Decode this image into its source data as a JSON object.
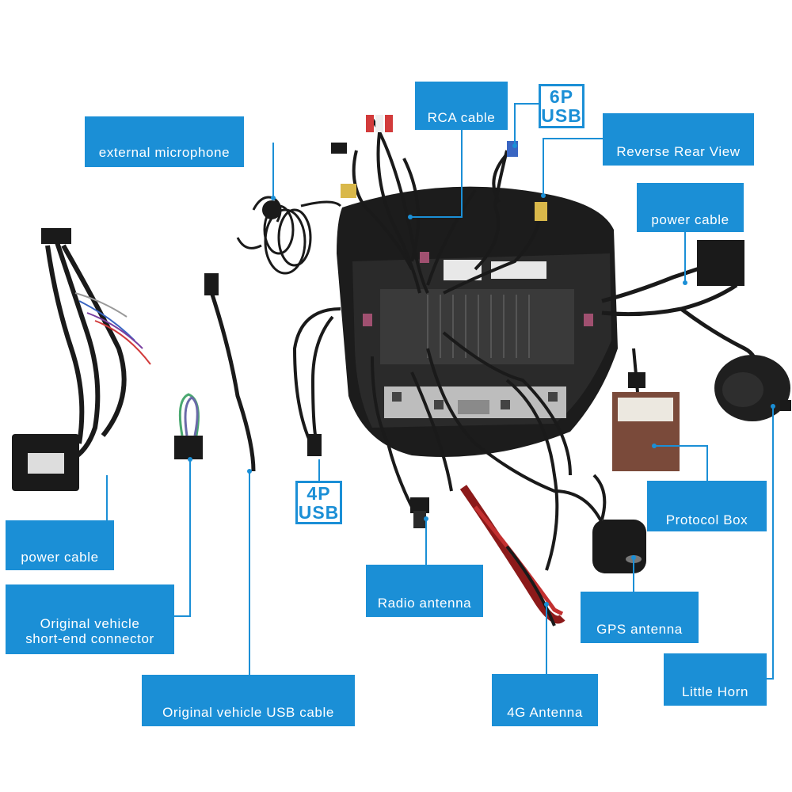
{
  "labels": {
    "rca_cable": "RCA cable",
    "usb_6p_line1": "6P",
    "usb_6p_line2": "USB",
    "external_microphone": "external microphone",
    "reverse_rear_view": "Reverse Rear View",
    "power_cable_right": "power cable",
    "power_cable_left": "power cable",
    "usb_4p_line1": "4P",
    "usb_4p_line2": "USB",
    "protocol_box": "Protocol Box",
    "original_connector_line1": "Original vehicle",
    "original_connector_line2": "short-end connector",
    "radio_antenna": "Radio antenna",
    "gps_antenna": "GPS antenna",
    "little_horn": "Little Horn",
    "original_usb_cable": "Original vehicle USB cable",
    "antenna_4g": "4G Antenna"
  },
  "colors": {
    "label_blue": "#1b8fd6",
    "cable_black": "#1a1a1a",
    "background": "#ffffff"
  },
  "icons": [
    "head-unit-back-panel",
    "microphone-cable",
    "power-harness",
    "short-end-connector",
    "usb-cable",
    "gps-antenna",
    "protocol-box",
    "little-horn-speaker",
    "4g-antenna",
    "radio-antenna-plug",
    "rca-plugs"
  ]
}
